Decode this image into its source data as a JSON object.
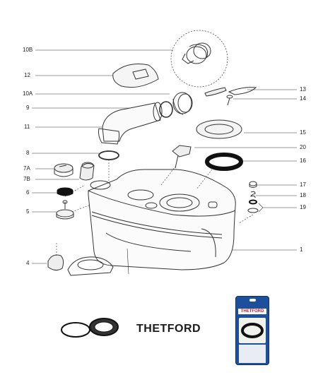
{
  "callouts": {
    "c10b": "10B",
    "c12": "12",
    "c10a": "10A",
    "c9": "9",
    "c11": "11",
    "c8": "8",
    "c7a": "7A",
    "c7b": "7B",
    "c6": "6",
    "c5": "5",
    "c4": "4",
    "c13": "13",
    "c14": "14",
    "c15": "15",
    "c20": "20",
    "c16": "16",
    "c17": "17",
    "c18": "18",
    "c19": "19",
    "c1": "1"
  },
  "brand": {
    "logo_text": "THETFORD",
    "package_brand": "THETFORD"
  },
  "colors": {
    "line": "#333333",
    "package_blue": "#1c4f9c",
    "package_red": "#c0202a",
    "seal_black": "#111111"
  },
  "icons": {
    "logo": "thetford-logo",
    "package": "retail-blister-pack"
  }
}
